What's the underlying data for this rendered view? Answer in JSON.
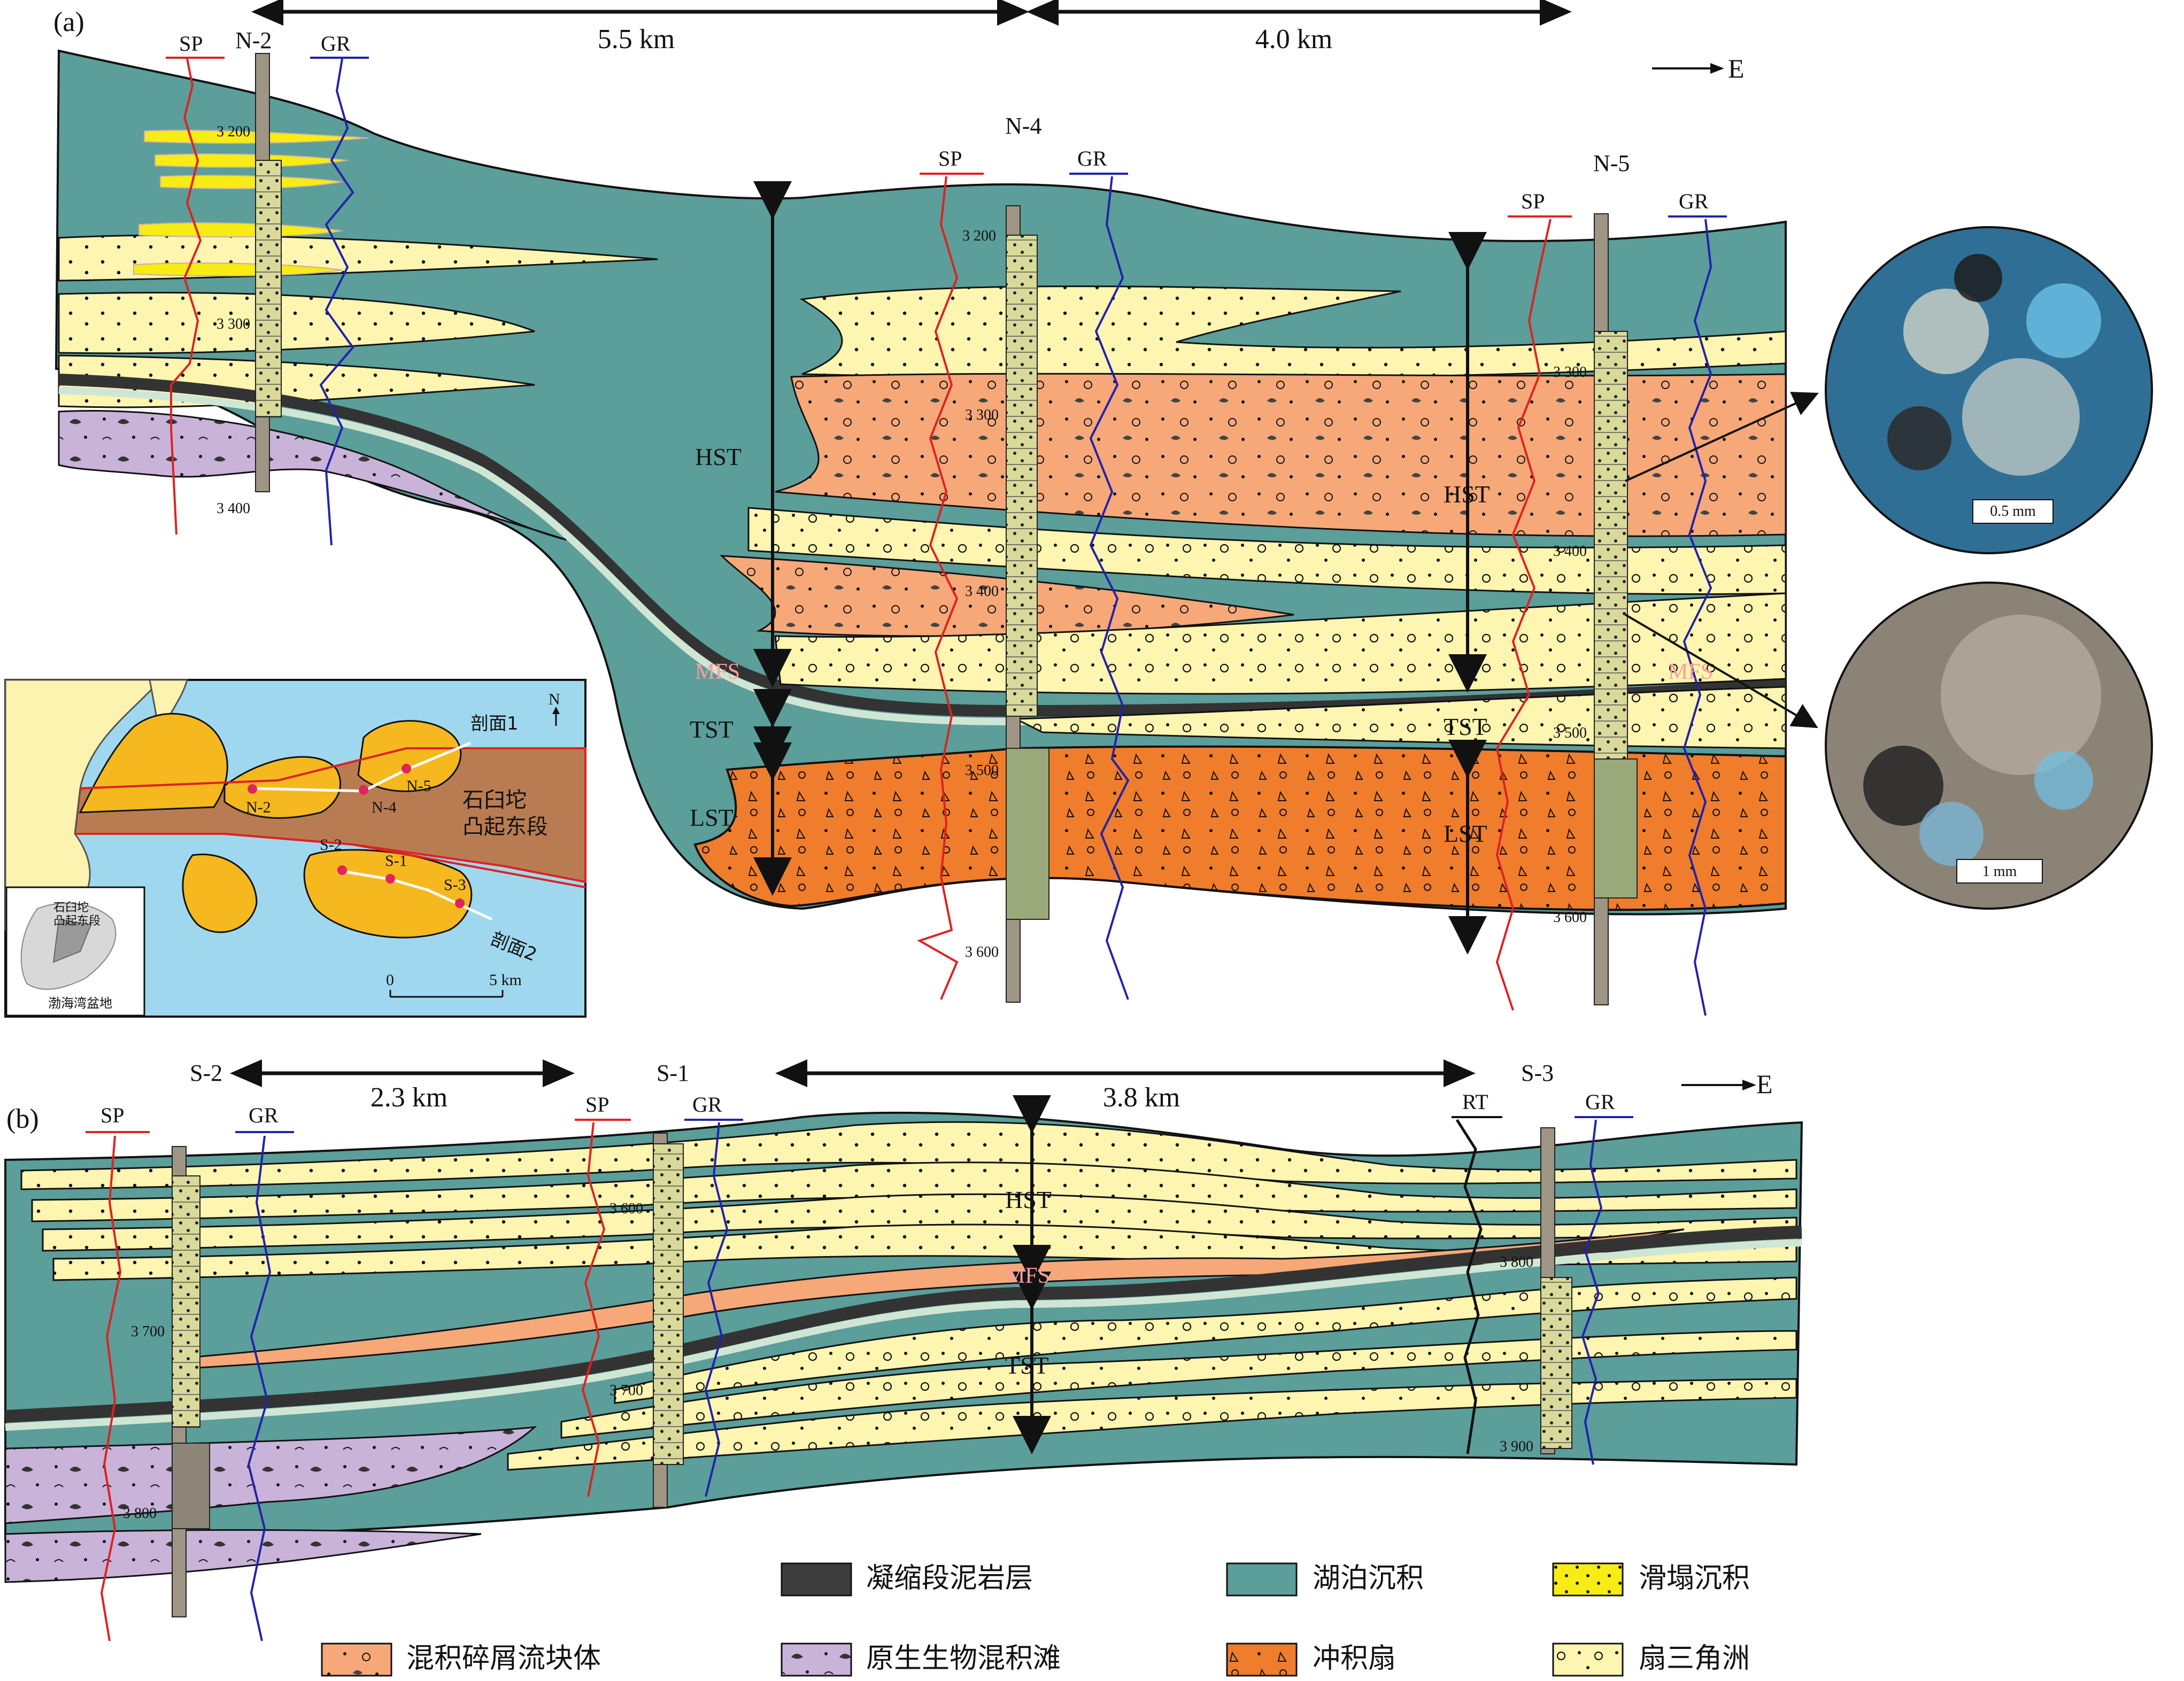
{
  "panel_a": {
    "label": "(a)",
    "dist1": "5.5 km",
    "dist2": "4.0 km",
    "east": "E",
    "wells": {
      "n2": "N-2",
      "n4": "N-4",
      "n5": "N-5",
      "sp": "SP",
      "gr": "GR"
    },
    "depths": {
      "n2_3200": "3 200",
      "n2_3300": "3 300",
      "n2_3400": "3 400",
      "n4_3200": "3 200",
      "n4_3300": "3 300",
      "n4_3400": "3 400",
      "n4_3500": "3 500",
      "n4_3600": "3 600",
      "n5_3300": "3 300",
      "n5_3400": "3 400",
      "n5_3500": "3 500",
      "n5_3600": "3 600"
    },
    "systems": {
      "hst": "HST",
      "mfs": "MFS",
      "tst": "TST",
      "lst": "LST"
    },
    "micro": {
      "scale1": "0.5 mm",
      "scale2": "1 mm"
    }
  },
  "inset": {
    "north": "N",
    "profile1": "剖面1",
    "profile2": "剖面2",
    "region": [
      "石臼坨",
      "凸起东段"
    ],
    "wells": {
      "n2": "N-2",
      "n4": "N-4",
      "n5": "N-5",
      "s2": "S-2",
      "s1": "S-1",
      "s3": "S-3"
    },
    "scale0": "0",
    "scale5": "5 km",
    "mini_region": [
      "石臼坨",
      "凸起东段"
    ],
    "basin": "渤海湾盆地"
  },
  "panel_b": {
    "label": "(b)",
    "dist1": "2.3 km",
    "dist2": "3.8 km",
    "east": "E",
    "wells": {
      "s2": "S-2",
      "s1": "S-1",
      "s3": "S-3",
      "sp": "SP",
      "gr": "GR",
      "rt": "RT"
    },
    "depths": {
      "s2_3700": "3 700",
      "s2_3800": "3 800",
      "s1_3600": "3 600",
      "s1_3700": "3 700",
      "s3_3800": "3 800",
      "s3_3900": "3 900"
    },
    "systems": {
      "hst": "HST",
      "mfs": "MFS",
      "tst": "TST"
    }
  },
  "legend": {
    "condensed": "凝缩段泥岩层",
    "lake": "湖泊沉积",
    "slump": "滑塌沉积",
    "debris": "混积碎屑流块体",
    "bioshoal": "原生生物混积滩",
    "alluvial": "冲积扇",
    "fandelta": "扇三角洲"
  },
  "colors": {
    "lake": "#5b9e9a",
    "fandelta": "#fdf5b0",
    "debris": "#f6a879",
    "alluvial": "#ef7d2c",
    "bioshoal": "#c9b3d9",
    "slump": "#f7ec14",
    "condensed": "#3d3d3d",
    "water": "#9fd8ee"
  }
}
